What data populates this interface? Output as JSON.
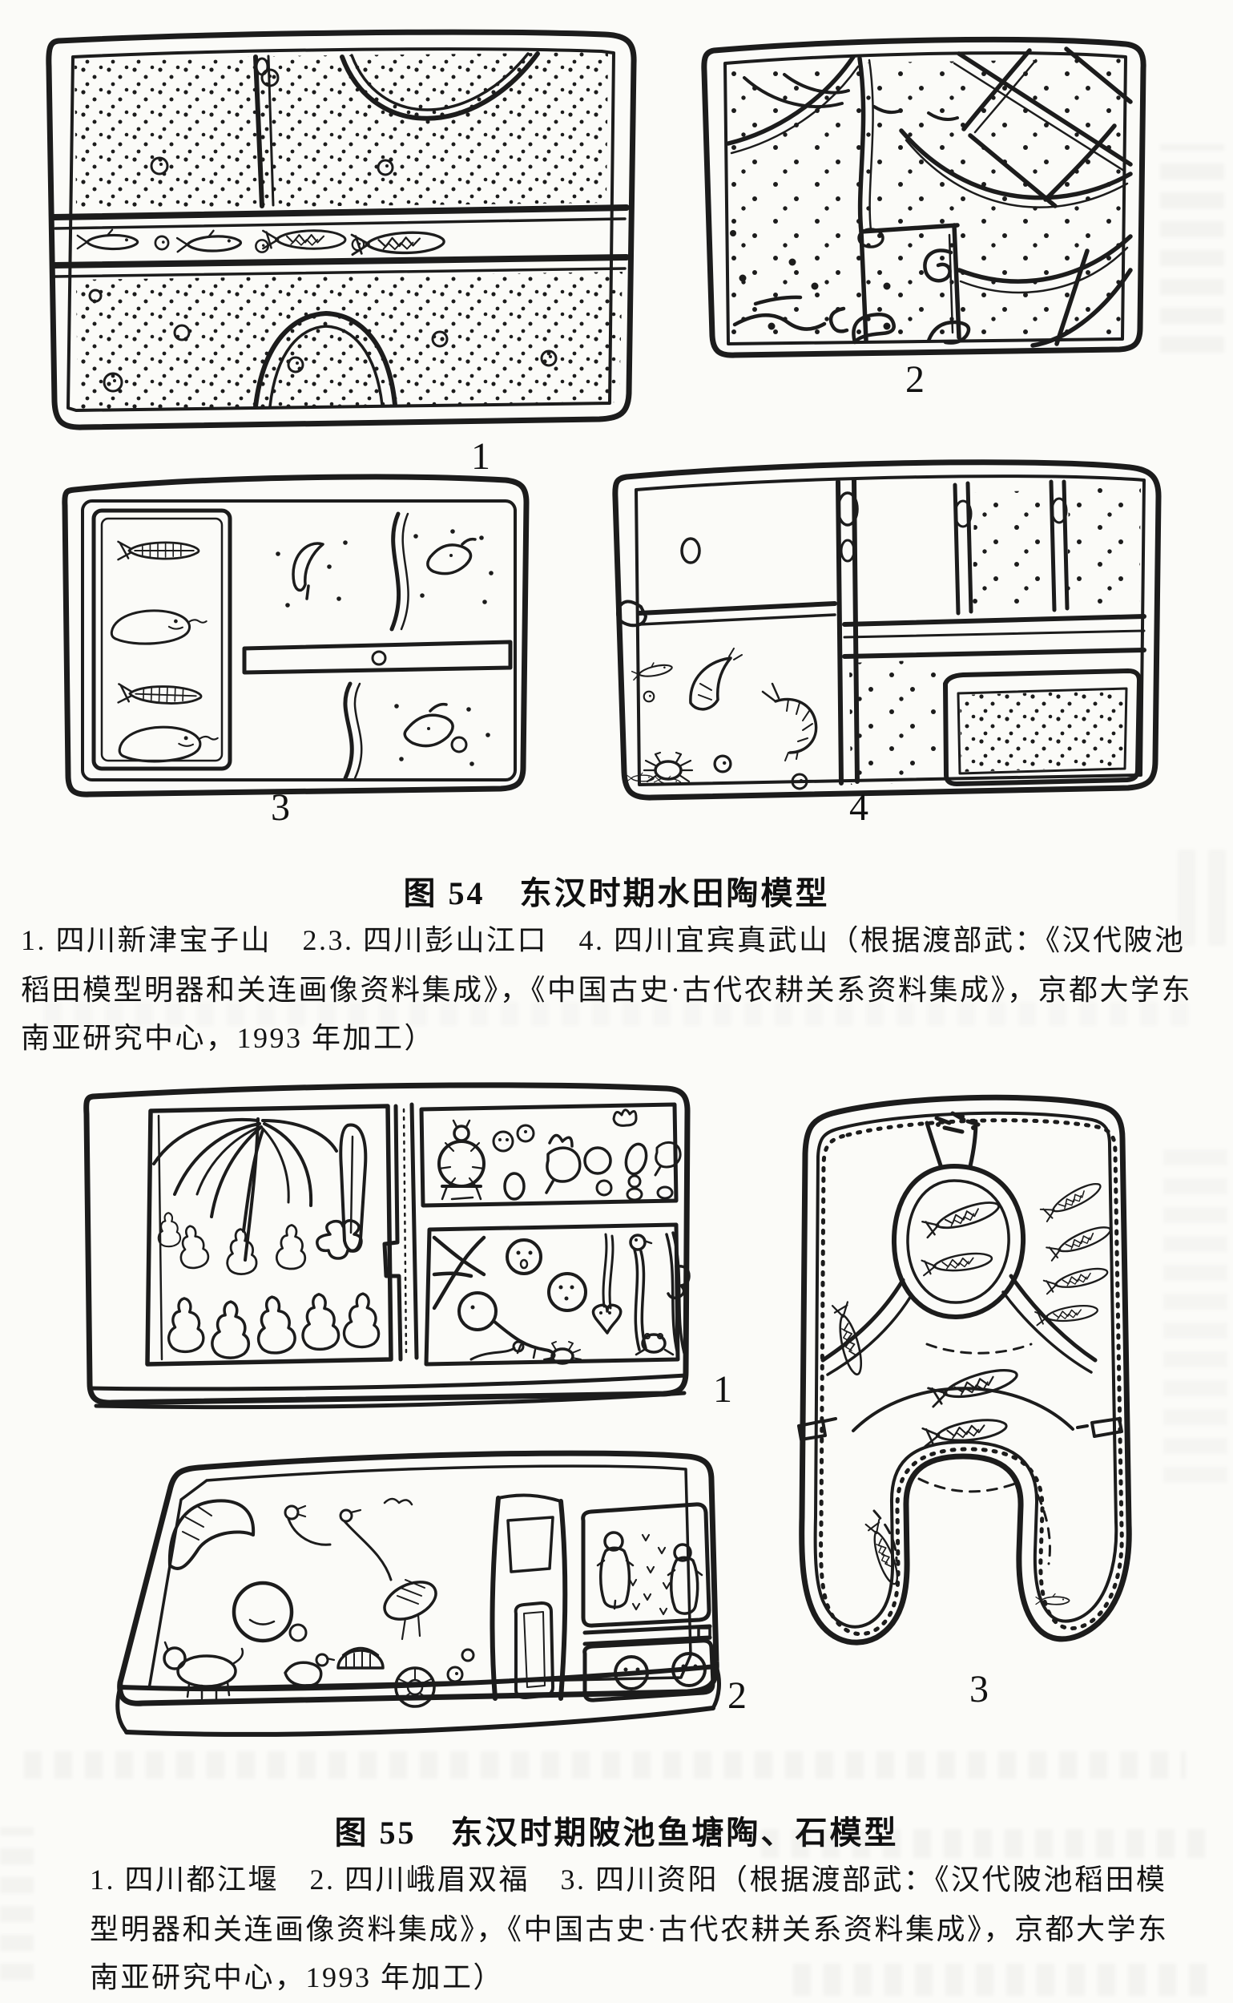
{
  "page": {
    "ink_color": "#1c1c1c",
    "paper_color": "#fbfbf8"
  },
  "figure54": {
    "caption": "图 54　东汉时期水田陶模型",
    "source_lines": [
      "1. 四川新津宝子山　2.3. 四川彭山江口　4. 四川宜宾真武山（根据渡部武：《汉代陂池",
      "稻田模型明器和关连画像资料集成》，《中国古史·古代农耕关系资料集成》，京都大学东",
      "南亚研究中心，1993 年加工）"
    ],
    "drawings": [
      {
        "label": "1"
      },
      {
        "label": "2"
      },
      {
        "label": "3"
      },
      {
        "label": "4"
      }
    ]
  },
  "figure55": {
    "caption": "图 55　东汉时期陂池鱼塘陶、石模型",
    "source_lines": [
      "1. 四川都江堰　2. 四川峨眉双福　3. 四川资阳（根据渡部武：《汉代陂池稻田模",
      "型明器和关连画像资料集成》，《中国古史·古代农耕关系资料集成》，京都大学东",
      "南亚研究中心，1993 年加工）"
    ],
    "drawings": [
      {
        "label": "1"
      },
      {
        "label": "2"
      },
      {
        "label": "3"
      }
    ]
  }
}
